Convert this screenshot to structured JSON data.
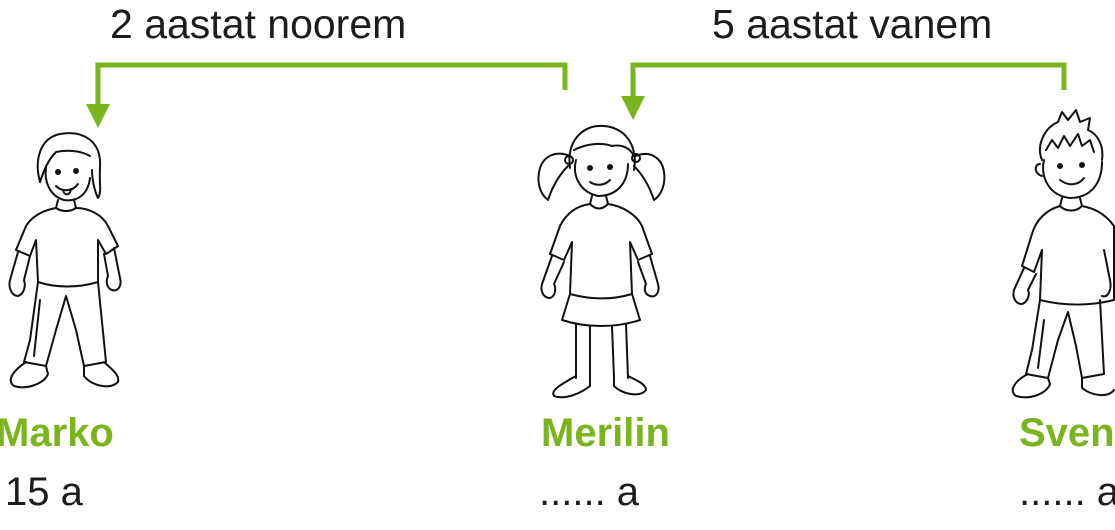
{
  "colors": {
    "accent": "#7ab51d",
    "text": "#1c1c1c",
    "drawing": "#111111"
  },
  "relations": {
    "younger": "2 aastat noorem",
    "older": "5 aastat vanem"
  },
  "children": [
    {
      "name": "Marko",
      "age": "15 a"
    },
    {
      "name": "Merilin",
      "age": "...... a"
    },
    {
      "name": "Sven",
      "age": "...... a"
    }
  ],
  "icons": [
    "boy-marko-illustration",
    "girl-merilin-illustration",
    "boy-sven-illustration",
    "arrow-down-icon"
  ]
}
